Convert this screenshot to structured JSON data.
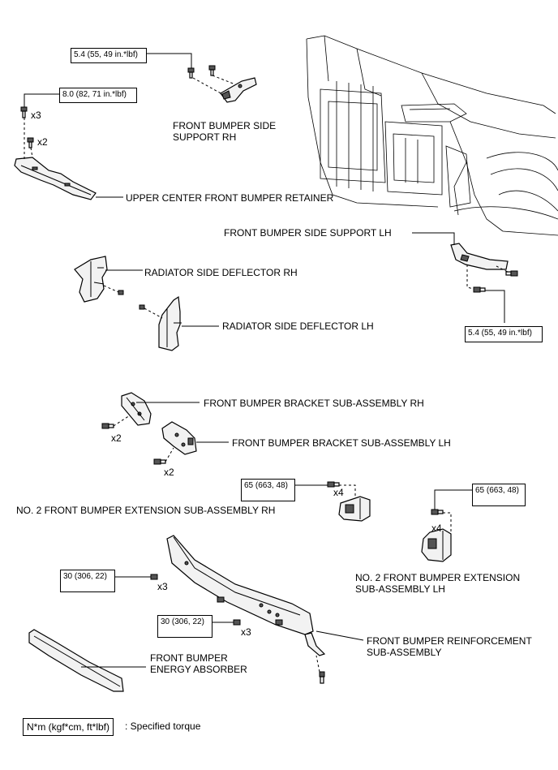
{
  "parts": {
    "side_support_rh": "FRONT BUMPER SIDE\nSUPPORT RH",
    "upper_center_retainer": "UPPER CENTER FRONT BUMPER RETAINER",
    "side_support_lh": "FRONT BUMPER SIDE SUPPORT LH",
    "radiator_deflector_rh": "RADIATOR SIDE DEFLECTOR RH",
    "radiator_deflector_lh": "RADIATOR SIDE DEFLECTOR LH",
    "bracket_rh": "FRONT BUMPER BRACKET SUB-ASSEMBLY RH",
    "bracket_lh": "FRONT BUMPER BRACKET SUB-ASSEMBLY LH",
    "extension_rh": "NO. 2 FRONT BUMPER EXTENSION SUB-ASSEMBLY RH",
    "extension_lh": "NO. 2 FRONT BUMPER EXTENSION\nSUB-ASSEMBLY LH",
    "reinforcement": "FRONT BUMPER REINFORCEMENT\nSUB-ASSEMBLY",
    "energy_absorber": "FRONT BUMPER\nENERGY ABSORBER"
  },
  "torques": {
    "side_support_rh": "5.4 (55, 49 in.*lbf)",
    "upper_retainer": "8.0 (82, 71 in.*lbf)",
    "side_support_lh": "5.4 (55, 49 in.*lbf)",
    "extension_rh": "65 (663, 48)",
    "extension_lh": "65 (663, 48)",
    "reinforcement_left": "30 (306, 22)",
    "reinforcement_mid": "30 (306, 22)"
  },
  "quantities": {
    "retainer_top": "x3",
    "retainer_bottom": "x2",
    "bracket_rh": "x2",
    "bracket_lh": "x2",
    "extension_rh": "x4",
    "extension_lh": "x4",
    "reinforcement_left": "x3",
    "reinforcement_mid": "x3"
  },
  "legend": {
    "unit": "N*m (kgf*cm, ft*lbf)",
    "description": ": Specified torque"
  }
}
